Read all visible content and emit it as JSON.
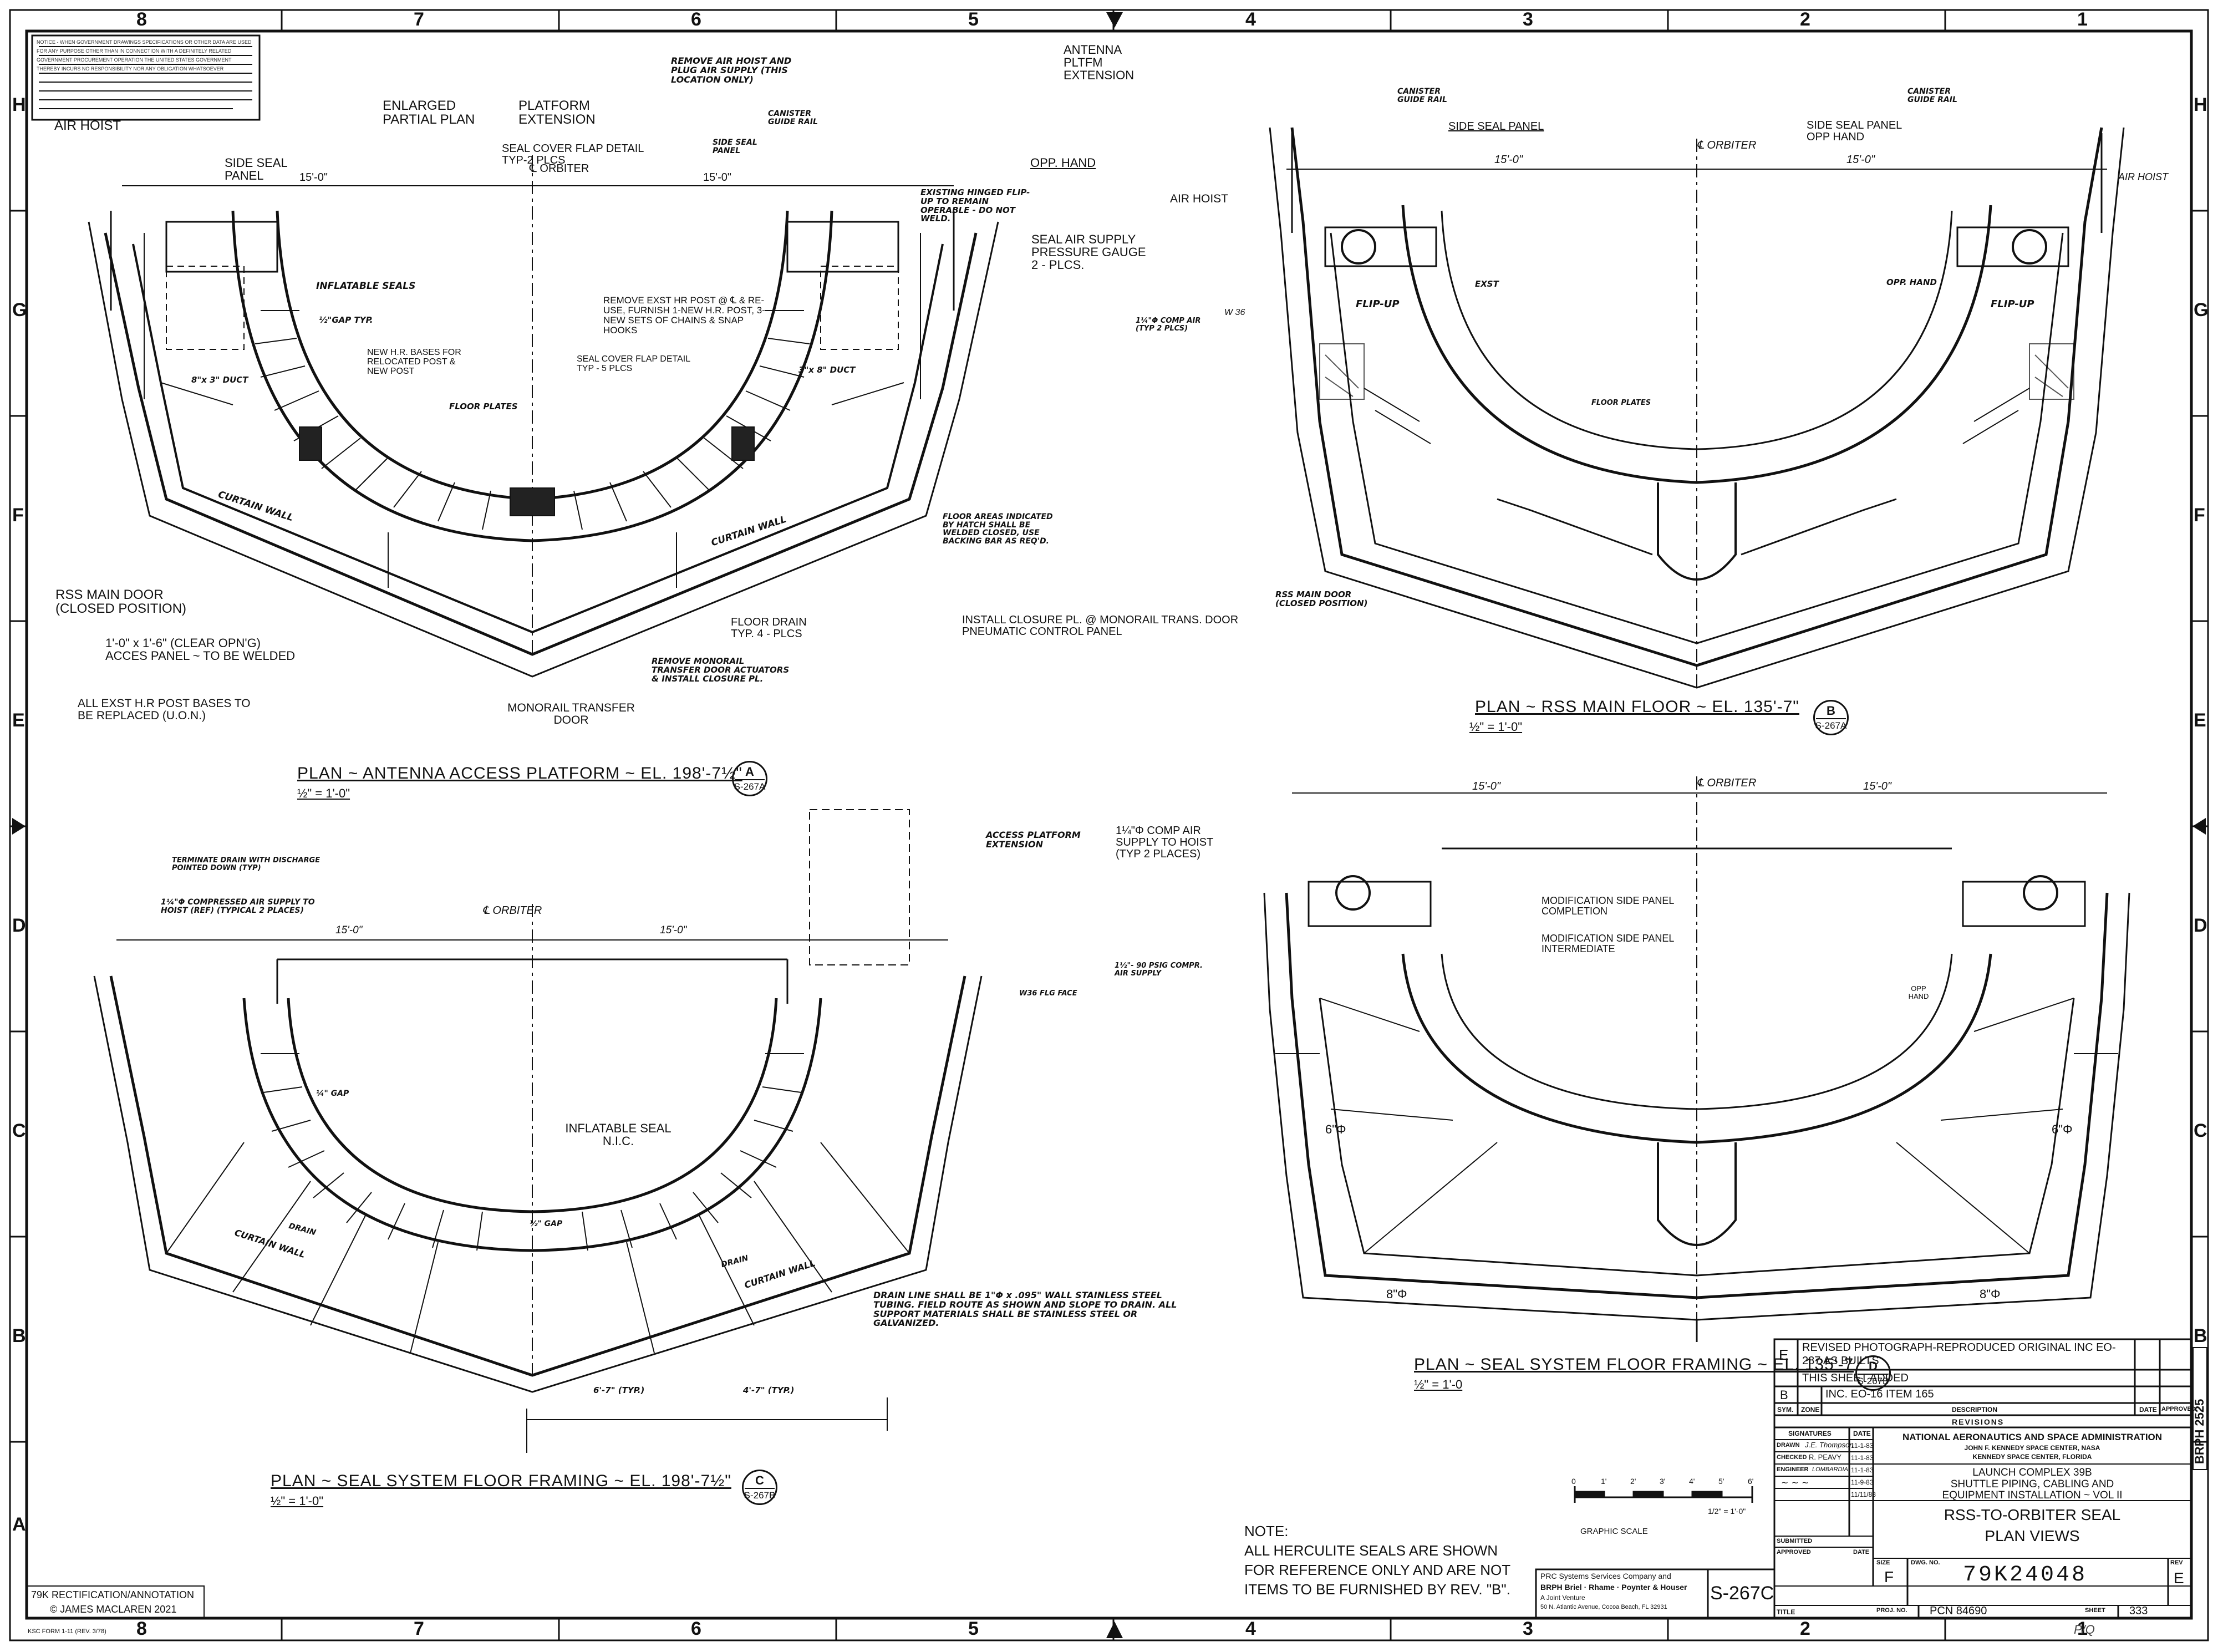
{
  "zone_numbers": [
    "8",
    "7",
    "6",
    "5",
    "4",
    "3",
    "2",
    "1"
  ],
  "zone_letters": [
    "H",
    "G",
    "F",
    "E",
    "D",
    "C",
    "B",
    "A"
  ],
  "disclaimer": "NOTICE - WHEN GOVERNMENT DRAWINGS SPECIFICATIONS OR OTHER DATA ARE USED FOR ANY PURPOSE OTHER THAN IN CONNECTION WITH A DEFINITELY RELATED GOVERNMENT PROCUREMENT OPERATION THE UNITED STATES GOVERNMENT THEREBY INCURS NO RESPONSIBILITY NOR ANY OBLIGATION WHATSOEVER",
  "views": {
    "antenna": {
      "title": "PLAN ~ ANTENNA ACCESS PLATFORM ~ EL. 198'-7½\"",
      "scale": "½\" = 1'-0\"",
      "ref": {
        "top": "A",
        "bottom": "S-267A"
      }
    },
    "main_floor": {
      "title": "PLAN ~ RSS MAIN FLOOR ~ EL. 135'-7\"",
      "scale": "½\" = 1'-0\"",
      "ref": {
        "top": "B",
        "bottom": "S-267A"
      }
    },
    "seal_198": {
      "title": "PLAN ~ SEAL SYSTEM FLOOR FRAMING ~ EL. 198'-7½\"",
      "scale": "½\" = 1'-0\"",
      "ref": {
        "top": "C",
        "bottom": "S-267B"
      }
    },
    "seal_135": {
      "title": "PLAN ~ SEAL SYSTEM FLOOR FRAMING ~ EL. 135'-7",
      "scale": "½\" = 1'-0",
      "ref": {
        "top": "D",
        "bottom": "S-267B"
      }
    }
  },
  "labels": {
    "air_hoist_1": "AIR HOIST",
    "side_seal_panel": "SIDE SEAL PANEL",
    "enlarged_partial": "ENLARGED PARTIAL PLAN",
    "platform_ext": "PLATFORM EXTENSION",
    "seal_cover_flap": "SEAL COVER FLAP DETAIL TYP-2 PLCS",
    "cl_orbiter": "℄ ORBITER",
    "remove_air_hoist": "REMOVE AIR HOIST AND PLUG AIR SUPPLY (THIS LOCATION ONLY)",
    "canister_guide_rail": "CANISTER GUIDE RAIL",
    "side_seal_panel_2": "SIDE SEAL PANEL",
    "antenna_platfm_ext": "ANTENNA PLTFM EXTENSION",
    "opp_hand": "OPP. HAND",
    "existing_hinged": "EXISTING HINGED FLIP-UP TO REMAIN OPERABLE - DO NOT WELD.",
    "seal_air_supply": "SEAL AIR SUPPLY PRESSURE GAUGE 2 - PLCS.",
    "inflatable_seals": "INFLATABLE SEALS",
    "gap_typ": "½\"GAP TYP.",
    "remove_exst": "REMOVE EXST HR POST @ ℄ & RE-USE, FURNISH 1-NEW H.R. POST, 3-NEW SETS OF CHAINS & SNAP HOOKS",
    "new_hr_bases": "NEW H.R. BASES FOR RELOCATED POST & NEW POST",
    "seal_cover_flap_5": "SEAL COVER FLAP DETAIL TYP - 5 PLCS",
    "duct_a": "8\"x 3\" DUCT",
    "duct_b": "3\"x 8\" DUCT",
    "floor_plates": "FLOOR PLATES",
    "curtain_wall": "CURTAIN WALL",
    "floor_areas": "FLOOR AREAS INDICATED BY HATCH SHALL BE WELDED CLOSED, USE BACKING BAR AS REQ'D.",
    "rss_main_door": "RSS MAIN DOOR (CLOSED POSITION)",
    "access_panel": "1'-0\" x 1'-6\" (CLEAR OPN'G) ACCES PANEL ~ TO BE WELDED",
    "floor_drain": "FLOOR DRAIN TYP. 4 - PLCS",
    "install_closure": "INSTALL CLOSURE PL. @ MONORAIL TRANS. DOOR PNEUMATIC CONTROL PANEL",
    "remove_monorail": "REMOVE MONORAIL TRANSFER DOOR ACTUATORS & INSTALL CLOSURE PL.",
    "all_exst_hr": "ALL EXST H.R POST BASES TO BE REPLACED (U.O.N.)",
    "monorail_door": "MONORAIL TRANSFER DOOR",
    "air_hoist_2": "AIR HOIST",
    "air_hoist_3": "AIR HOIST",
    "side_seal_opp": "SIDE SEAL PANEL OPP HAND",
    "side_seal_3": "SIDE SEAL PANEL",
    "exst": "EXST",
    "flip_up_l": "FLIP-UP",
    "flip_up_r": "FLIP-UP",
    "comp_air": "1¼\"Φ COMP AIR (TYP 2 PLCS)",
    "floor_plates_2": "FLOOR PLATES",
    "rss_main_door_2": "RSS MAIN DOOR (CLOSED POSITION)",
    "terminate_drain": "TERMINATE DRAIN WITH DISCHARGE POINTED DOWN (TYP)",
    "compressed_air": "1¼\"Φ COMPRESSED AIR SUPPLY TO HOIST (REF) (TYPICAL 2 PLACES)",
    "access_platform_ext": "ACCESS PLATFORM EXTENSION",
    "flg_face": "W36 FLG FACE",
    "inflatable_seal_nic": "INFLATABLE SEAL N.I.C.",
    "drain_line": "DRAIN LINE SHALL BE 1\"Φ x .095\" WALL STAINLESS STEEL TUBING. FIELD ROUTE AS SHOWN AND SLOPE TO DRAIN. ALL SUPPORT MATERIALS SHALL BE STAINLESS STEEL OR GALVANIZED.",
    "gap_a": "¼\" GAP",
    "gap_b": "½\" GAP",
    "dim_6_7": "6'-7\" (TYP.)",
    "dim_4_7": "4'-7\" (TYP.)",
    "drain": "DRAIN",
    "comp_air_hoist": "1¼\"Φ COMP AIR SUPPLY TO HOIST (TYP 2 PLACES)",
    "mod_side_completion": "MODIFICATION SIDE PANEL COMPLETION",
    "mod_side_intermediate": "MODIFICATION SIDE PANEL INTERMEDIATE",
    "opp_hand_2": "OPP HAND",
    "comp_air_supply": "1½\"- 90 PSIG COMPR. AIR SUPPLY",
    "dia_8a": "8\"Φ",
    "dia_8b": "8\"Φ",
    "dia_6a": "6\"Φ",
    "dia_6b": "6\"Φ",
    "dim_15_0": "15'-0\"",
    "w36": "W 36"
  },
  "note": {
    "head": "NOTE:",
    "lines": [
      "ALL HERCULITE SEALS ARE SHOWN",
      "FOR REFERENCE ONLY AND ARE NOT",
      "ITEMS TO BE FURNISHED BY REV. \"B\"."
    ]
  },
  "graphic_scale": {
    "label": "GRAPHIC SCALE",
    "ticks": [
      "0",
      "1'",
      "2'",
      "3'",
      "4'",
      "5'",
      "6'"
    ],
    "scale": "1/2\" = 1'-0\""
  },
  "revisions": {
    "rows": [
      {
        "sym": "E",
        "desc": "REVISED PHOTOGRAPH-REPRODUCED ORIGINAL INC EO-287 AS BUILTS",
        "date": "",
        "approved": ""
      },
      {
        "sym": "",
        "desc": "THIS SHEET ADDED",
        "date": "",
        "approved": ""
      },
      {
        "sym": "B",
        "desc": "INC. EO-16 ITEM 165",
        "date": "",
        "approved": ""
      }
    ],
    "header": {
      "sym": "SYM.",
      "zone": "ZONE",
      "desc": "DESCRIPTION",
      "date": "DATE",
      "approved": "APPROVED"
    },
    "title": "REVISIONS"
  },
  "title_block": {
    "sig_head": "SIGNATURES",
    "date_head": "DATE",
    "drawn": "DRAWN",
    "drawn_by": "J.E. Thompson",
    "drawn_date": "11-1-83",
    "checked": "CHECKED",
    "checked_by": "R. PEAVY",
    "checked_date": "11-1-83",
    "engineer": "ENGINEER",
    "engineer_by": "LOMBARDIA",
    "engineer_date": "11-1-83",
    "sig4_date": "11-9-83",
    "sig5_date": "11/11/83",
    "agency": "NATIONAL AERONAUTICS AND SPACE ADMINISTRATION",
    "center": "JOHN F. KENNEDY SPACE CENTER, NASA",
    "location": "KENNEDY SPACE CENTER, FLORIDA",
    "project1": "LAUNCH COMPLEX 39B",
    "project2": "SHUTTLE PIPING, CABLING AND",
    "project3": "EQUIPMENT INSTALLATION ~ VOL II",
    "title1": "RSS-TO-ORBITER SEAL",
    "title2": "PLAN VIEWS",
    "submitted": "SUBMITTED",
    "approved": "APPROVED",
    "date_lbl": "DATE",
    "title_lbl": "TITLE",
    "size_lbl": "SIZE",
    "size": "F",
    "dwg_lbl": "DWG. NO.",
    "dwg": "79K24048",
    "rev_lbl": "REV",
    "rev": "E",
    "proj_lbl": "PROJ. NO.",
    "proj": "PCN 84690",
    "sheet_lbl": "SHEET",
    "sheet": "333",
    "firm1": "PRC Systems Services Company and",
    "firm2": "BRPH Briel · Rhame · Poynter & Houser",
    "firm3": "A Joint Venture",
    "firm4": "50 N. Atlantic Avenue, Cocoa Beach, FL 32931",
    "sheet_code": "S-267C",
    "side_code": "BRPH 2525"
  },
  "corner_credit": [
    "79K RECTIFICATION/ANNOTATION",
    "© JAMES MACLAREN 2021"
  ],
  "form_no": "KSC FORM 1-11 (REV. 3/78)",
  "pencil": "P/Q",
  "chart_data": {
    "type": "diagram",
    "title": "RSS-TO-ORBITER SEAL PLAN VIEWS",
    "views": [
      "PLAN ~ ANTENNA ACCESS PLATFORM ~ EL. 198'-7½\"",
      "PLAN ~ RSS MAIN FLOOR ~ EL. 135'-7\"",
      "PLAN ~ SEAL SYSTEM FLOOR FRAMING ~ EL. 198'-7½\"",
      "PLAN ~ SEAL SYSTEM FLOOR FRAMING ~ EL. 135'-7"
    ]
  }
}
